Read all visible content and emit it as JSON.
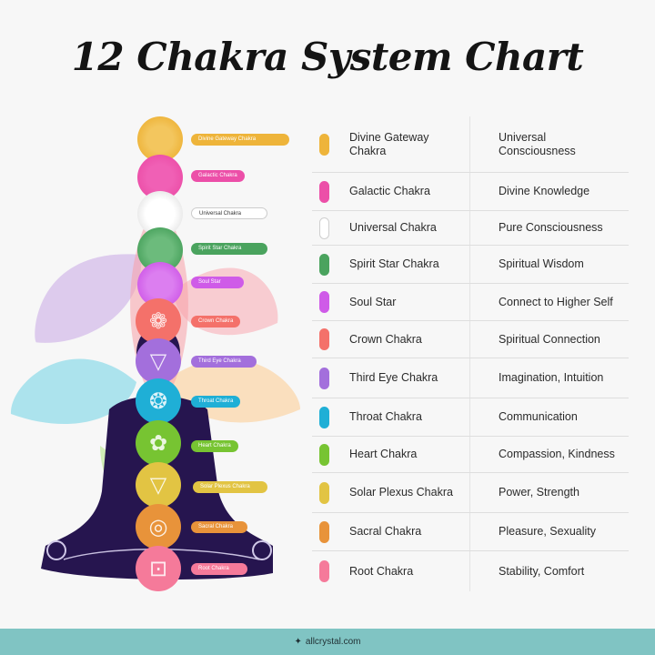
{
  "title": "12 Chakra System Chart",
  "colors": {
    "background": "#f7f7f7",
    "footer": "#80c4c3",
    "silhouette": "#26154f"
  },
  "chakras": [
    {
      "name": "Divine Gateway Chakra",
      "name_line1": "Divine Gateway",
      "name_line2": "Chakra",
      "label": "Divine Gateway Chakra",
      "meaning": "Universal Consciousness",
      "meaning_line1": "Universal",
      "meaning_line2": "Consciousness",
      "color": "#eeb43a",
      "glyph": ""
    },
    {
      "name": "Galactic Chakra",
      "label": "Galactic Chakra",
      "meaning": "Divine Knowledge",
      "color": "#ec4fa8",
      "glyph": ""
    },
    {
      "name": "Universal Chakra",
      "label": "Universal Chakra",
      "meaning": "Pure Consciousness",
      "color": "#ffffff",
      "glyph": ""
    },
    {
      "name": "Spirit Star Chakra",
      "label": "Spirit Star Chakra",
      "meaning": "Spiritual Wisdom",
      "color": "#4aa35e",
      "glyph": ""
    },
    {
      "name": "Soul Star",
      "label": "Soul Star",
      "meaning": "Connect to Higher Self",
      "color": "#cf5be8",
      "glyph": ""
    },
    {
      "name": "Crown Chakra",
      "label": "Crown Chakra",
      "meaning": "Spiritual Connection",
      "color": "#f4716a",
      "glyph": "lotus-thousand-petal-icon"
    },
    {
      "name": "Third Eye Chakra",
      "label": "Third Eye Chakra",
      "meaning": "Imagination, Intuition",
      "color": "#a36fdc",
      "glyph": "third-eye-triangle-icon"
    },
    {
      "name": "Throat Chakra",
      "label": "Throat Chakra",
      "meaning": "Communication",
      "color": "#1fafd6",
      "glyph": "throat-lotus-icon"
    },
    {
      "name": "Heart Chakra",
      "label": "Heart Chakra",
      "meaning": "Compassion, Kindness",
      "color": "#77c432",
      "glyph": "heart-lotus-icon"
    },
    {
      "name": "Solar Plexus Chakra",
      "label": "Solar Plexus Chakra",
      "meaning": "Power, Strength",
      "color": "#e2c443",
      "glyph": "solar-plexus-triangle-icon"
    },
    {
      "name": "Sacral Chakra",
      "label": "Sacral Chakra",
      "meaning": "Pleasure, Sexuality",
      "color": "#e8933a",
      "glyph": "sacral-crescent-icon"
    },
    {
      "name": "Root Chakra",
      "label": "Root Chakra",
      "meaning": "Stability, Comfort",
      "color": "#f57a9a",
      "glyph": "root-square-icon"
    }
  ],
  "footer": {
    "icon": "sparkle-icon",
    "text": "allcrystal.com"
  }
}
